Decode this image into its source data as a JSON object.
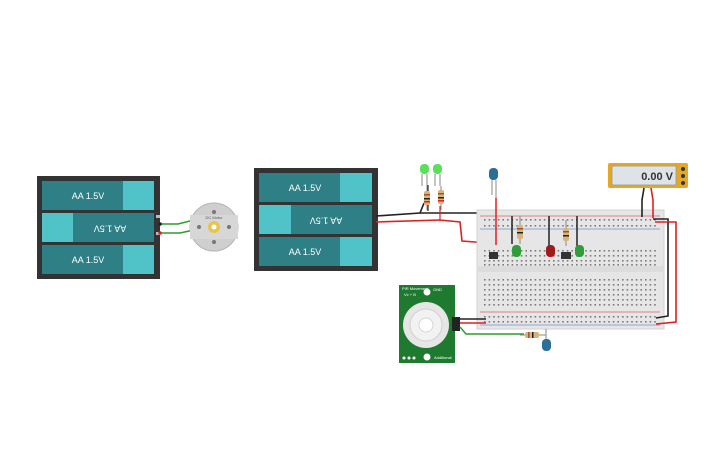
{
  "colors": {
    "battery_case": "#333333",
    "battery_cell": "#2e7f86",
    "battery_cap": "#4fc3c8",
    "wire_red": "#e02020",
    "wire_black": "#222222",
    "wire_green": "#2aa02a",
    "breadboard": "#e6e6e6",
    "pir_board": "#1e7a2e",
    "meter_frame": "#e5a825"
  },
  "battery_pack_1": {
    "cells": [
      {
        "label": "AA 1.5V",
        "flipped": false
      },
      {
        "label": "AA 1.5V",
        "flipped": true
      },
      {
        "label": "AA 1.5V",
        "flipped": false
      }
    ]
  },
  "battery_pack_2": {
    "cells": [
      {
        "label": "AA 1.5V",
        "flipped": false
      },
      {
        "label": "AA 1.5V",
        "flipped": true
      },
      {
        "label": "AA 1.5V",
        "flipped": false
      }
    ]
  },
  "multimeter": {
    "reading": "0.00 V"
  },
  "pir_sensor": {
    "title": "PIR Movement",
    "subtitle": "Vc + B",
    "top_label": "GND",
    "bottom_label": "Additional"
  },
  "motor": {
    "label": "DC Motor"
  }
}
